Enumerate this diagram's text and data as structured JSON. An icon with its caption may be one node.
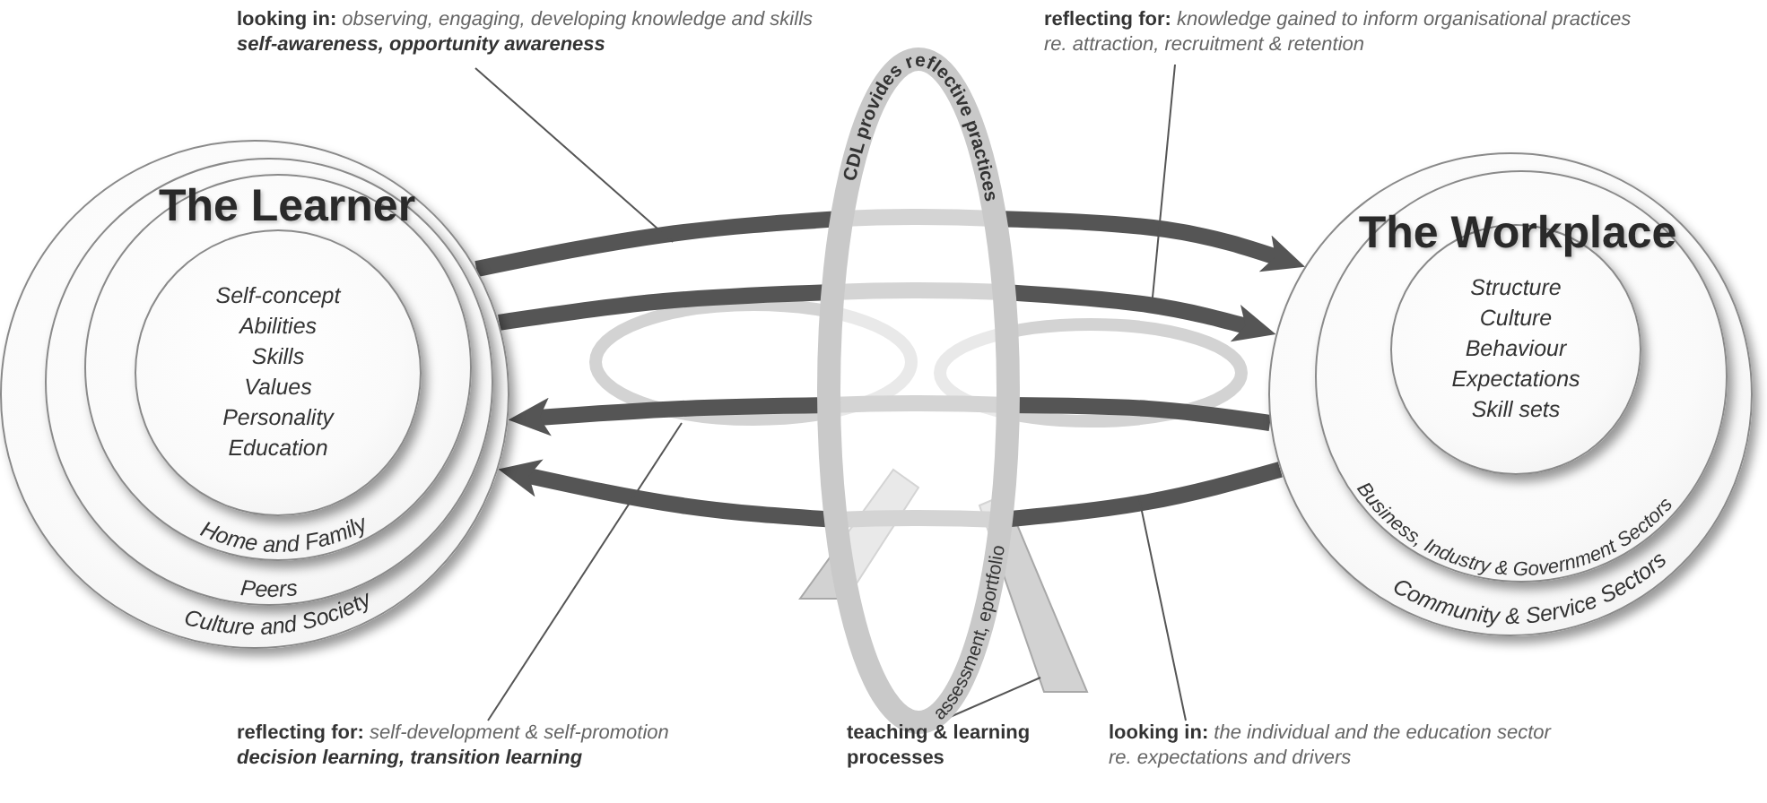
{
  "diagram": {
    "nodes": [
      {
        "text": [
          "Culture and Society"
        ]
      },
      {
        "text": [
          "Peers"
        ],
        "in": 0
      },
      {
        "text": [
          "Home and Family"
        ],
        "in": 1
      },
      {
        "text": [
          "Self-concept Abilities Skills Values Personality Education"
        ],
        "in": 2
      },
      {
        "text": [
          "CDL provides reflective practices",
          "assessment, eportfolio"
        ]
      },
      {
        "text": [
          "Community & Service Sectors"
        ]
      },
      {
        "text": [
          "Business, Industry & Government Sectors"
        ],
        "in": 5
      },
      {
        "text": [
          "Structure Culture Behaviour Expectations Skill sets"
        ],
        "in": 6
      },
      {
        "text": [
          "**looking in:** *observing, engaging, developing knowledge and skills*",
          "self-awareness, opportunity awareness"
        ]
      },
      {
        "text": [
          "**reflecting for:** *knowledge gained to inform organisational practices*",
          "re. attraction, recruitment & retention"
        ]
      },
      {
        "text": [
          "**reflecting for:** *self-development & self-promotion*",
          "decision learning, transition learning"
        ]
      },
      {
        "text": [
          "teaching & learning processes"
        ]
      },
      {
        "text": [
          "**looking in:** *the individual and the education sector*",
          "re. expectations and drivers"
        ]
      }
    ],
    "edges": [
      {
        "from": 0,
        "to": 4,
        "arrow": "none"
      },
      {
        "from": 4,
        "to": 5,
        "arrow": "to"
      },
      {
        "from": 0,
        "to": 4,
        "arrow": "none"
      },
      {
        "from": 4,
        "to": 5,
        "arrow": "to"
      },
      {
        "from": 5,
        "to": 4,
        "arrow": "none"
      },
      {
        "from": 4,
        "to": 0,
        "arrow": "to"
      },
      {
        "from": 5,
        "to": 4,
        "arrow": "none"
      },
      {
        "from": 4,
        "to": 0,
        "arrow": "to"
      },
      {
        "from": 8,
        "to": null,
        "arrow": "none"
      },
      {
        "from": 9,
        "to": null,
        "arrow": "none"
      },
      {
        "from": 10,
        "to": null,
        "arrow": "none"
      },
      {
        "from": 11,
        "to": 4,
        "arrow": "none"
      },
      {
        "from": 12,
        "to": null,
        "arrow": "none"
      }
    ],
    "labels": [
      "The Learner",
      "The Workplace"
    ]
  }
}
